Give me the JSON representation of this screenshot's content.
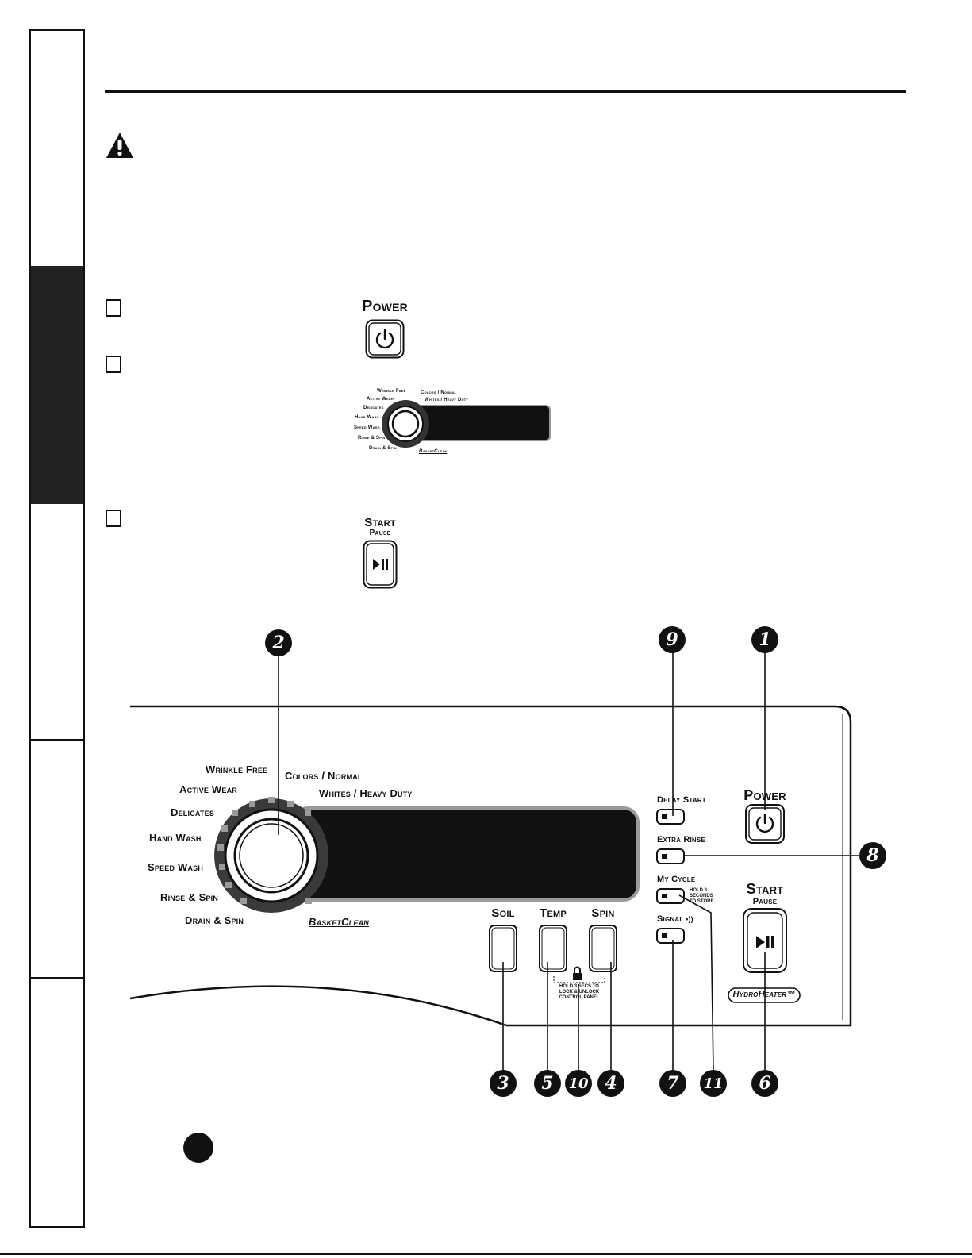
{
  "power_section": {
    "power_label": "Power",
    "start_label": "Start",
    "pause_label": "Pause",
    "start_icon": "play-pause-icon",
    "power_icon": "power-icon"
  },
  "cycle_dial": {
    "cycles": [
      "Wrinkle Free",
      "Active Wear",
      "Delicates",
      "Hand Wash",
      "Speed Wash",
      "Rinse & Spin",
      "Drain & Spin"
    ],
    "cycles_right": [
      "Colors / Normal",
      "Whites / Heavy Duty"
    ],
    "basketclean": "BasketClean"
  },
  "control_panel": {
    "soil_label": "Soil",
    "temp_label": "Temp",
    "spin_label": "Spin",
    "lock_note_1": "HOLD 3 SECS TO",
    "lock_note_2": "LOCK & UNLOCK",
    "lock_note_3": "CONTROL PANEL",
    "delay_start_label": "Delay Start",
    "extra_rinse_label": "Extra Rinse",
    "my_cycle_label": "My Cycle",
    "my_cycle_note_1": "HOLD 3",
    "my_cycle_note_2": "SECONDS",
    "my_cycle_note_3": "TO STORE",
    "signal_label": "Signal",
    "power_label": "Power",
    "start_label": "Start",
    "pause_label": "Pause",
    "hydroheater_label": "HydroHeater™"
  },
  "callouts": {
    "c1": "1",
    "c2": "2",
    "c3": "3",
    "c4": "4",
    "c5": "5",
    "c6": "6",
    "c7": "7",
    "c8": "8",
    "c9": "9",
    "c10": "10",
    "c11": "11"
  },
  "colors": {
    "ink": "#111111",
    "tab_active": "#222222",
    "panel_gray": "#6e6e6e"
  }
}
